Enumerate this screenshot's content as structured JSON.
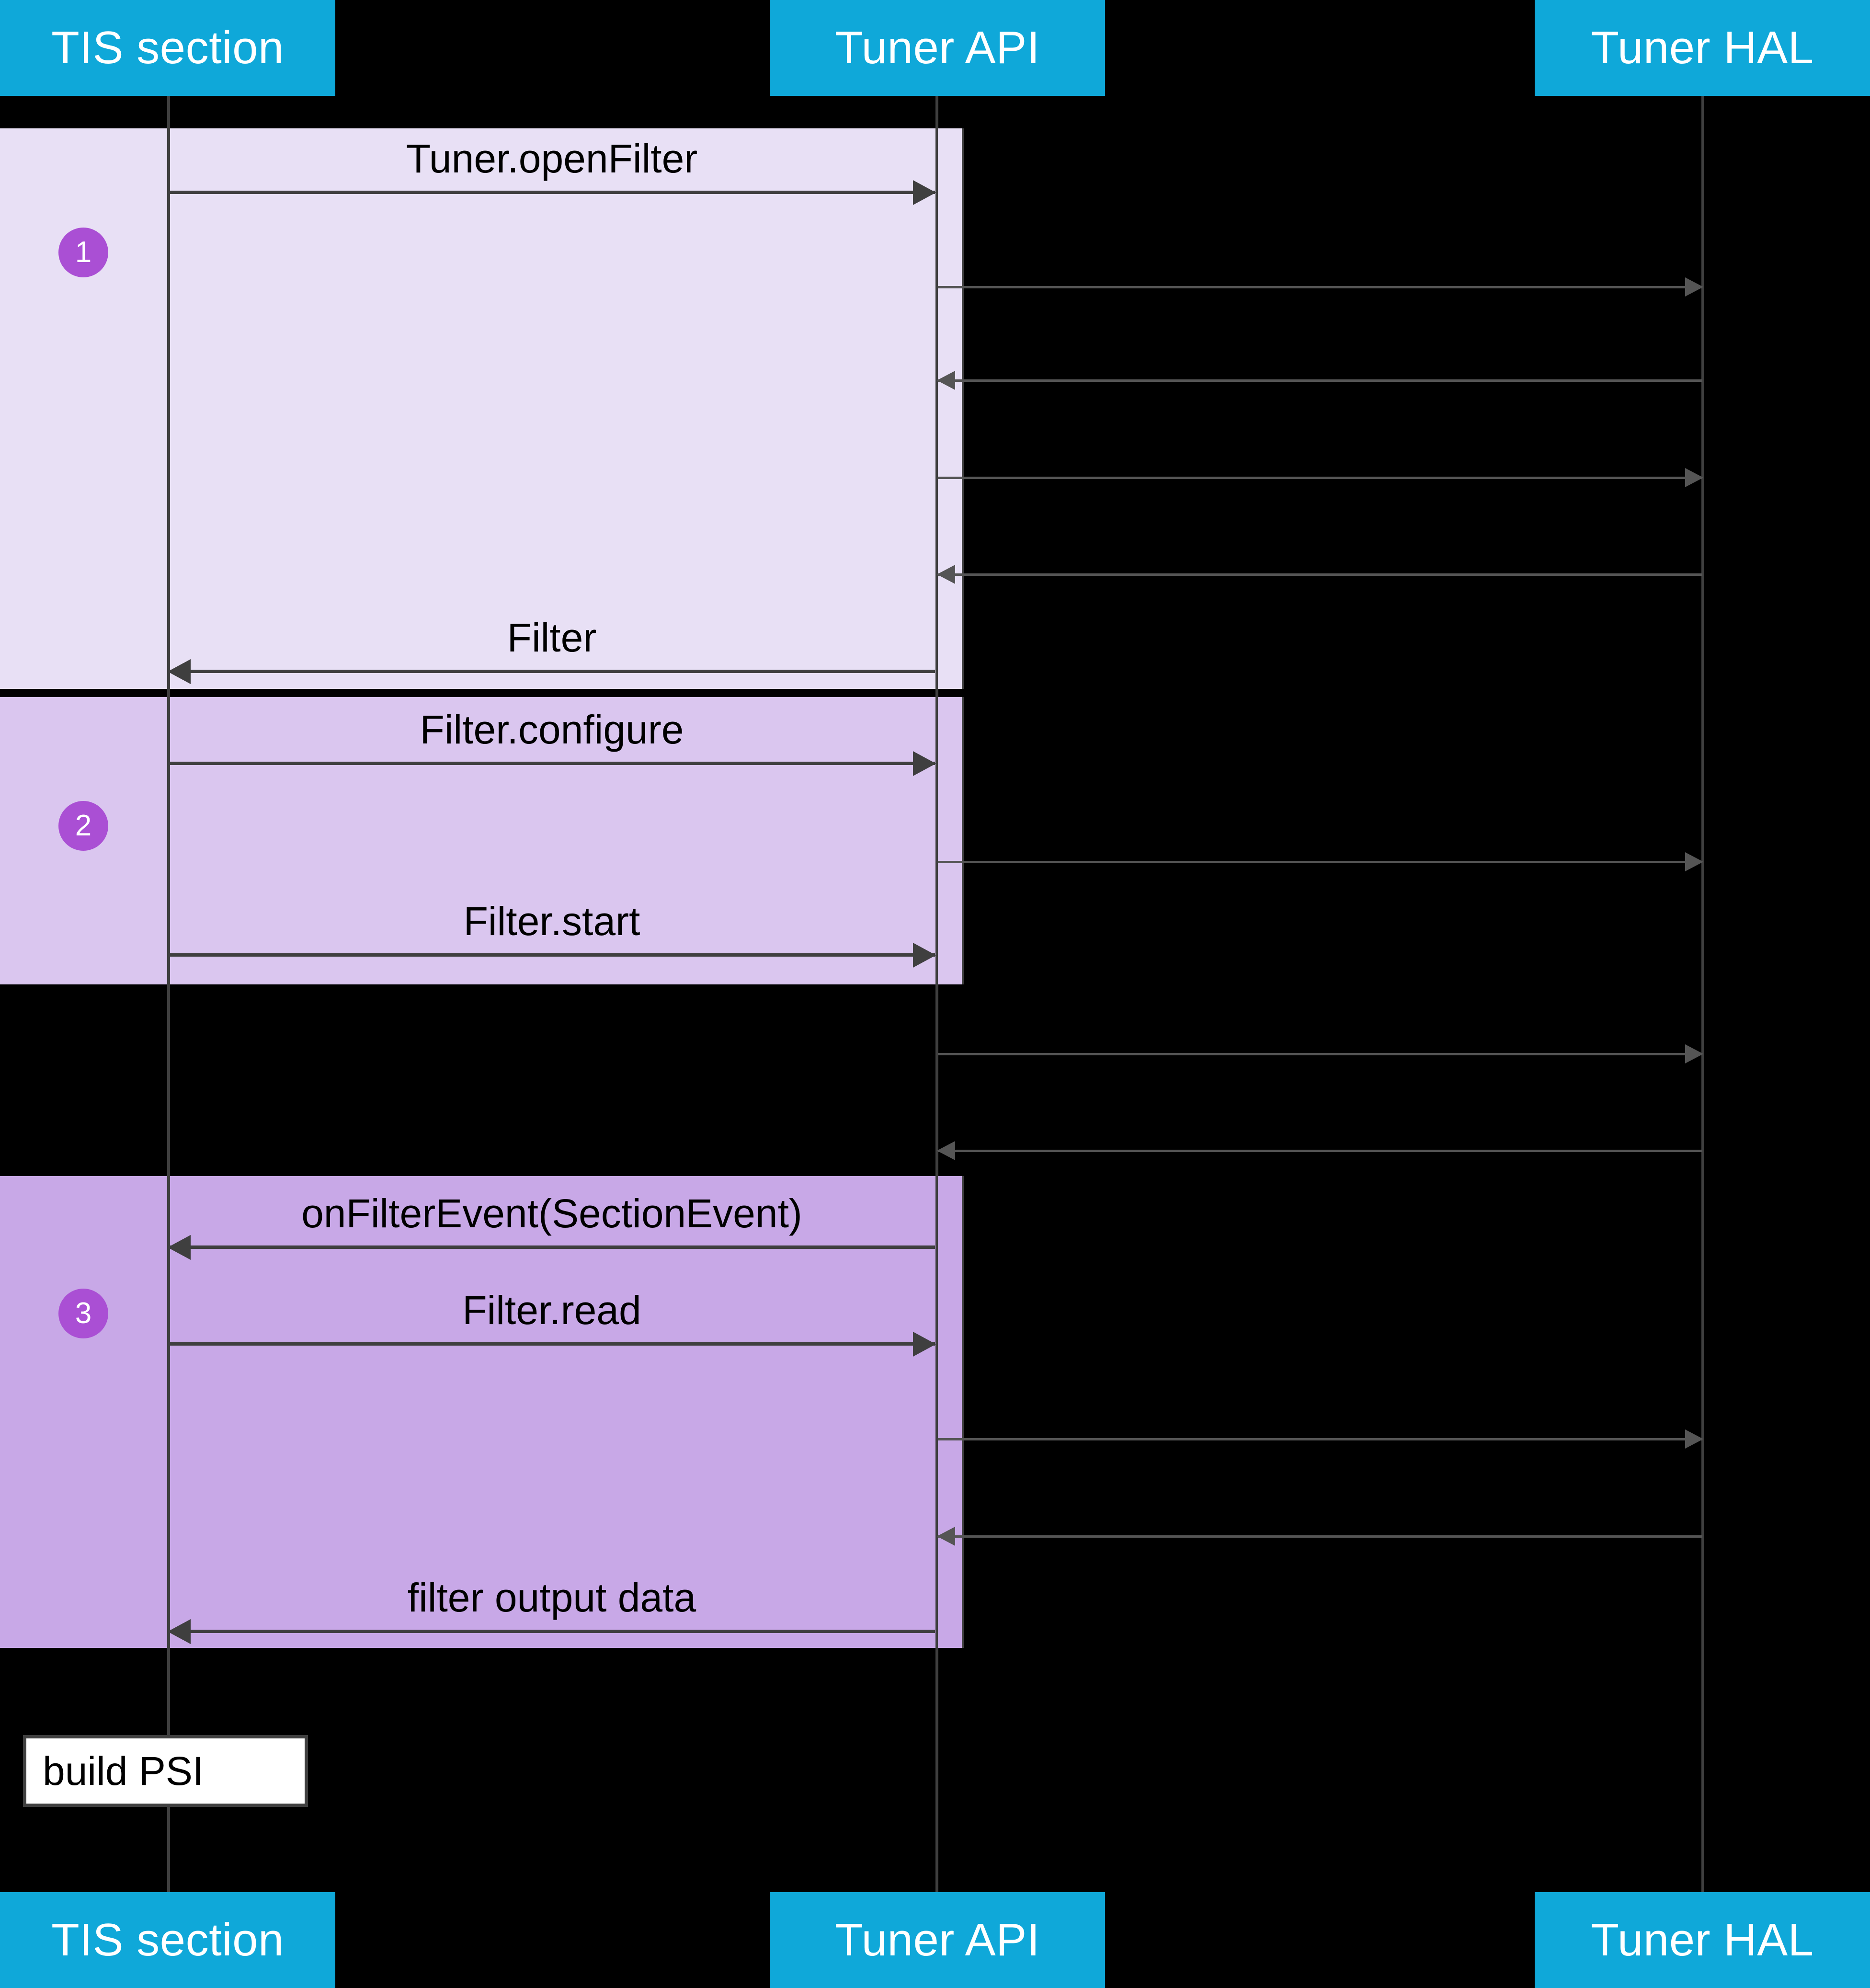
{
  "diagram": {
    "type": "uml-sequence-diagram",
    "title": "TIS section filter sequence",
    "colors": {
      "participant_header": "#0FA8D9",
      "participant_header_text": "#FFFFFF",
      "canvas": "#000000",
      "step1_band": "#E8E0F5",
      "step2_band": "#DAC6EF",
      "step3_band": "#C8A8E7",
      "step_badge": "#AA4FD4",
      "arrow": "#3F3F3F",
      "note_fill": "#FFFFFF",
      "note_border": "#3F3F3F"
    }
  },
  "participants": [
    {
      "id": "tis",
      "label": "TIS section"
    },
    {
      "id": "api",
      "label": "Tuner API"
    },
    {
      "id": "hal",
      "label": "Tuner HAL"
    }
  ],
  "participants_footer": [
    {
      "id": "tis",
      "label": "TIS section"
    },
    {
      "id": "api",
      "label": "Tuner API"
    },
    {
      "id": "hal",
      "label": "Tuner HAL"
    }
  ],
  "steps": [
    {
      "number": "1",
      "band": "step1"
    },
    {
      "number": "2",
      "band": "step2"
    },
    {
      "number": "3",
      "band": "step3"
    }
  ],
  "messages": [
    {
      "id": "m1",
      "label": "Tuner.openFilter",
      "from": "tis",
      "to": "api",
      "direction": "right"
    },
    {
      "id": "m2",
      "label": "",
      "from": "api",
      "to": "hal",
      "direction": "right"
    },
    {
      "id": "m3",
      "label": "",
      "from": "hal",
      "to": "api",
      "direction": "left"
    },
    {
      "id": "m4",
      "label": "",
      "from": "api",
      "to": "hal",
      "direction": "right"
    },
    {
      "id": "m5",
      "label": "",
      "from": "hal",
      "to": "api",
      "direction": "left"
    },
    {
      "id": "m6",
      "label": "Filter",
      "from": "api",
      "to": "tis",
      "direction": "left"
    },
    {
      "id": "m7",
      "label": "Filter.configure",
      "from": "tis",
      "to": "api",
      "direction": "right"
    },
    {
      "id": "m8",
      "label": "",
      "from": "api",
      "to": "hal",
      "direction": "right"
    },
    {
      "id": "m9",
      "label": "Filter.start",
      "from": "tis",
      "to": "api",
      "direction": "right"
    },
    {
      "id": "m10",
      "label": "",
      "from": "api",
      "to": "hal",
      "direction": "right"
    },
    {
      "id": "m11",
      "label": "",
      "from": "hal",
      "to": "api",
      "direction": "left"
    },
    {
      "id": "m12",
      "label": "onFilterEvent(SectionEvent)",
      "from": "api",
      "to": "tis",
      "direction": "left"
    },
    {
      "id": "m13",
      "label": "Filter.read",
      "from": "tis",
      "to": "api",
      "direction": "right"
    },
    {
      "id": "m14",
      "label": "",
      "from": "api",
      "to": "hal",
      "direction": "right"
    },
    {
      "id": "m15",
      "label": "",
      "from": "hal",
      "to": "api",
      "direction": "left"
    },
    {
      "id": "m16",
      "label": "filter output data",
      "from": "api",
      "to": "tis",
      "direction": "left"
    }
  ],
  "notes": [
    {
      "id": "note-build-psi",
      "label": "build PSI",
      "on": "tis"
    }
  ]
}
